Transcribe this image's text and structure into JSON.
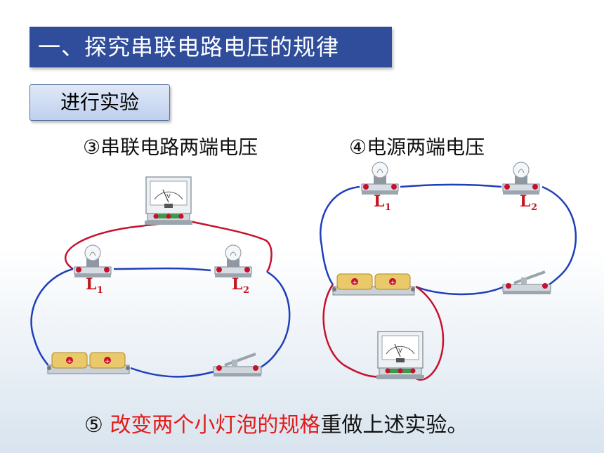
{
  "title": "一、探究串联电路电压的规律",
  "subtitle": "进行实验",
  "captions": {
    "left": "③串联电路两端电压",
    "right": "④电源两端电压"
  },
  "bottom": {
    "prefix": "⑤ ",
    "highlight": "改变两个小灯泡的规格",
    "suffix": "重做上述实验。"
  },
  "labels": {
    "l1": "L",
    "l1_sub": "1",
    "l2": "L",
    "l2_sub": "2"
  },
  "colors": {
    "title_bg": "#2f4d9a",
    "wire_red": "#c8102e",
    "wire_blue": "#1f3fb8",
    "highlight": "#e21b1b"
  }
}
